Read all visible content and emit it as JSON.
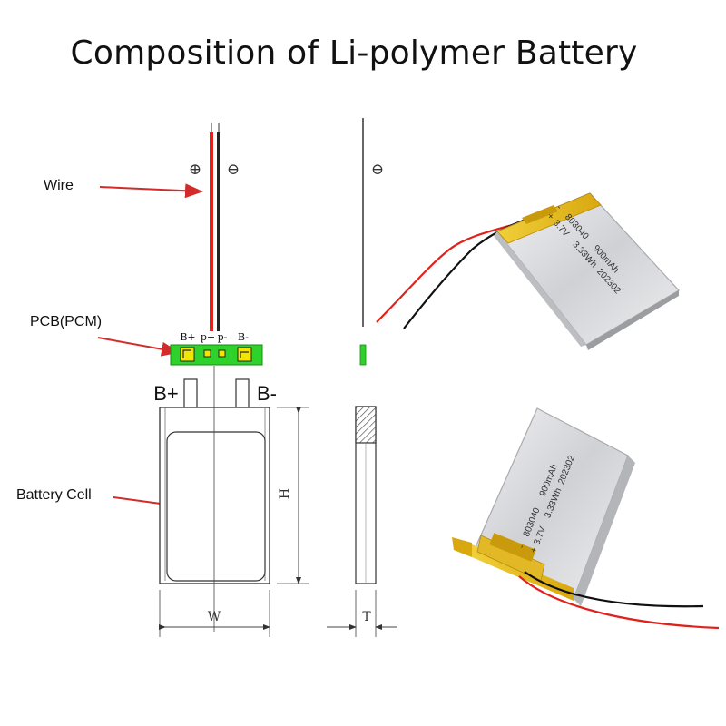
{
  "title": "Composition of Li-polymer Battery",
  "labels": {
    "wire": "Wire",
    "pcb": "PCB(PCM)",
    "battery_cell": "Battery Cell"
  },
  "pcb_pads": {
    "b_plus": "B+",
    "p_plus": "p+",
    "p_minus": "p-",
    "b_minus": "B-"
  },
  "terminals": {
    "b_plus": "B+",
    "b_minus": "B-"
  },
  "polarity": {
    "plus": "⊕",
    "minus": "⊖"
  },
  "dimensions": {
    "height": "H",
    "width": "W",
    "thickness": "T"
  },
  "battery_print": {
    "model": "803040",
    "capacity": "900mAh",
    "voltage": "3.7V",
    "energy": "3.33Wh",
    "code": "202302",
    "neg": "-",
    "pos": "+"
  },
  "colors": {
    "arrow": "#d12b2b",
    "red_wire": "#e0221c",
    "black_wire": "#111111",
    "pcb_green": "#2fd12b",
    "pcb_pad": "#f2e600",
    "kapton_yellow": "#e8c21a",
    "cell_silver": "#d9d9dc"
  }
}
